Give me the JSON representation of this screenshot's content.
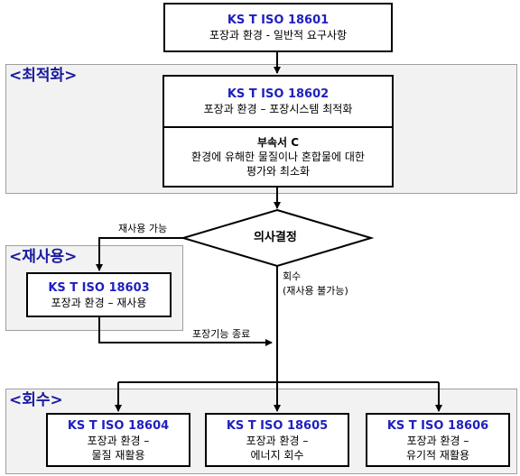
{
  "top_box": {
    "code": "KS T ISO 18601",
    "desc": "포장과 환경 - 일반적 요구사항"
  },
  "optimization": {
    "label": "<최적화>",
    "box": {
      "code": "KS T ISO 18602",
      "desc": "포장과 환경 – 포장시스템 최적화"
    },
    "annex": {
      "title": "부속서 C",
      "line1": "환경에 유해한 물질이나 혼합물에 대한",
      "line2": "평가와 최소화"
    }
  },
  "decision": {
    "label": "의사결정",
    "reuse_branch": "재사용 가능",
    "recovery_branch": "회수",
    "recovery_note": "(재사용 불가능)"
  },
  "reuse": {
    "label": "<재사용>",
    "box": {
      "code": "KS T ISO 18603",
      "desc": "포장과 환경 – 재사용"
    },
    "end_label": "포장기능 종료"
  },
  "recovery": {
    "label": "<회수>",
    "boxes": [
      {
        "code": "KS T ISO 18604",
        "line1": "포장과 환경 –",
        "line2": "물질 재활용"
      },
      {
        "code": "KS T ISO 18605",
        "line1": "포장과 환경 –",
        "line2": "에너지 회수"
      },
      {
        "code": "KS T ISO 18606",
        "line1": "포장과 환경 –",
        "line2": "유기적 재활용"
      }
    ]
  }
}
